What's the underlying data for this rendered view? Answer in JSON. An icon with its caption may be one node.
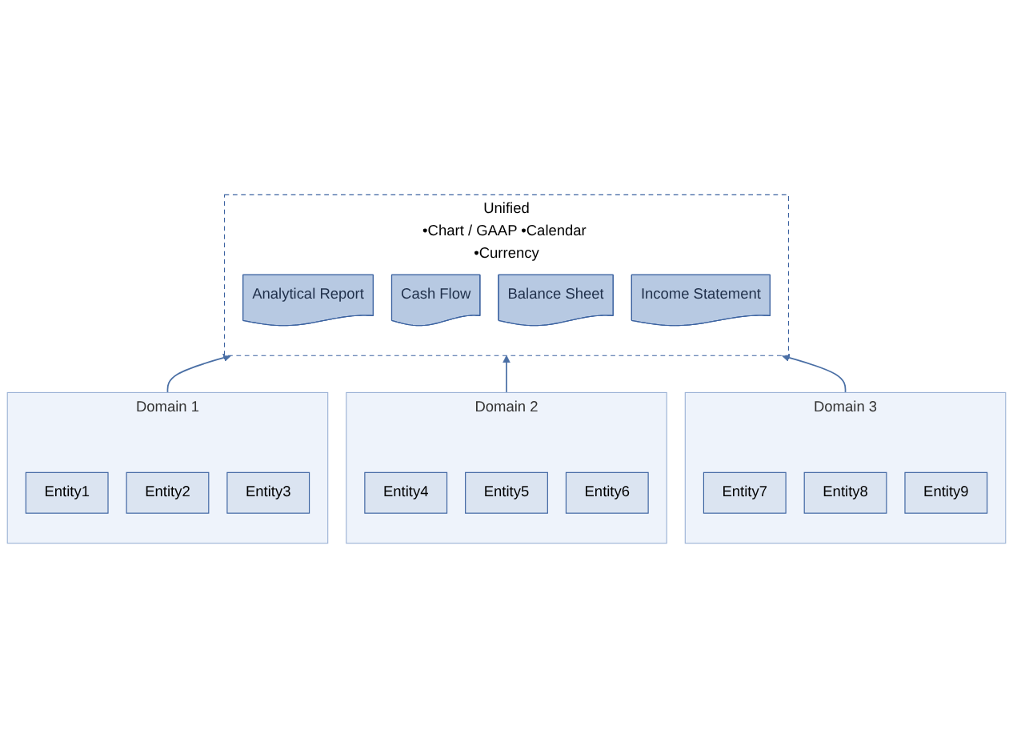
{
  "diagram": {
    "nodes": [
      {
        "text": [
          "Unified",
          "•Chart / GAAP •Calendar •Currency"
        ]
      },
      {
        "text": [
          "Analytical Report"
        ],
        "in": 0
      },
      {
        "text": [
          "Cash Flow"
        ],
        "in": 0
      },
      {
        "text": [
          "Balance Sheet"
        ],
        "in": 0
      },
      {
        "text": [
          "Income Statement"
        ],
        "in": 0
      },
      {
        "text": [
          "Domain 1"
        ]
      },
      {
        "text": [
          "Entity1"
        ],
        "in": 5
      },
      {
        "text": [
          "Entity2"
        ],
        "in": 5
      },
      {
        "text": [
          "Entity3"
        ],
        "in": 5
      },
      {
        "text": [
          "Domain 2"
        ]
      },
      {
        "text": [
          "Entity4"
        ],
        "in": 9
      },
      {
        "text": [
          "Entity5"
        ],
        "in": 9
      },
      {
        "text": [
          "Entity6"
        ],
        "in": 9
      },
      {
        "text": [
          "Domain 3"
        ]
      },
      {
        "text": [
          "Entity7"
        ],
        "in": 13
      },
      {
        "text": [
          "Entity8"
        ],
        "in": 13
      },
      {
        "text": [
          "Entity9"
        ],
        "in": 13
      }
    ],
    "edges": [
      {
        "from": 5,
        "to": 0,
        "arrow": "to"
      },
      {
        "from": 9,
        "to": 0,
        "arrow": "to"
      },
      {
        "from": 13,
        "to": 0,
        "arrow": "to"
      }
    ]
  }
}
